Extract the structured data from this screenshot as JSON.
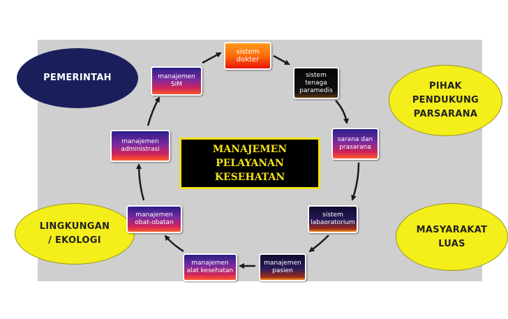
{
  "center_title": "MANAJEMEN PELAYANAN\nKESEHATAN",
  "stakeholders": {
    "pemerintah": "PEMERINTAH",
    "pihak_pendukung": "PIHAK\nPENDUKUNG\nPARSARANA",
    "lingkungan": "LINGKUNGAN\n/ EKOLOGI",
    "masyarakat": "MASYARAKAT\nLUAS"
  },
  "cycle": [
    {
      "id": "dokter",
      "label": "sistem\ndokter"
    },
    {
      "id": "tenaga",
      "label": "sistem\ntenaga\nparamedis"
    },
    {
      "id": "sarana",
      "label": "sarana dan\nprasarana"
    },
    {
      "id": "lab",
      "label": "sistem\nlabaoratorium"
    },
    {
      "id": "pasien",
      "label": "manajemen\npasien"
    },
    {
      "id": "alat",
      "label": "manajemen\nalat kesehatan"
    },
    {
      "id": "obat",
      "label": "manajemen\nobat-obatan"
    },
    {
      "id": "admin",
      "label": "manajemen\nadministrasi"
    },
    {
      "id": "sim",
      "label": "manajemen\nSIM"
    }
  ],
  "colors": {
    "panel": "#cfcfcf",
    "pemerintah": "#1a1f5c",
    "stakeholder_yellow": "#f4ee1a",
    "center_border": "#f2e21a",
    "center_bg": "#000000"
  }
}
